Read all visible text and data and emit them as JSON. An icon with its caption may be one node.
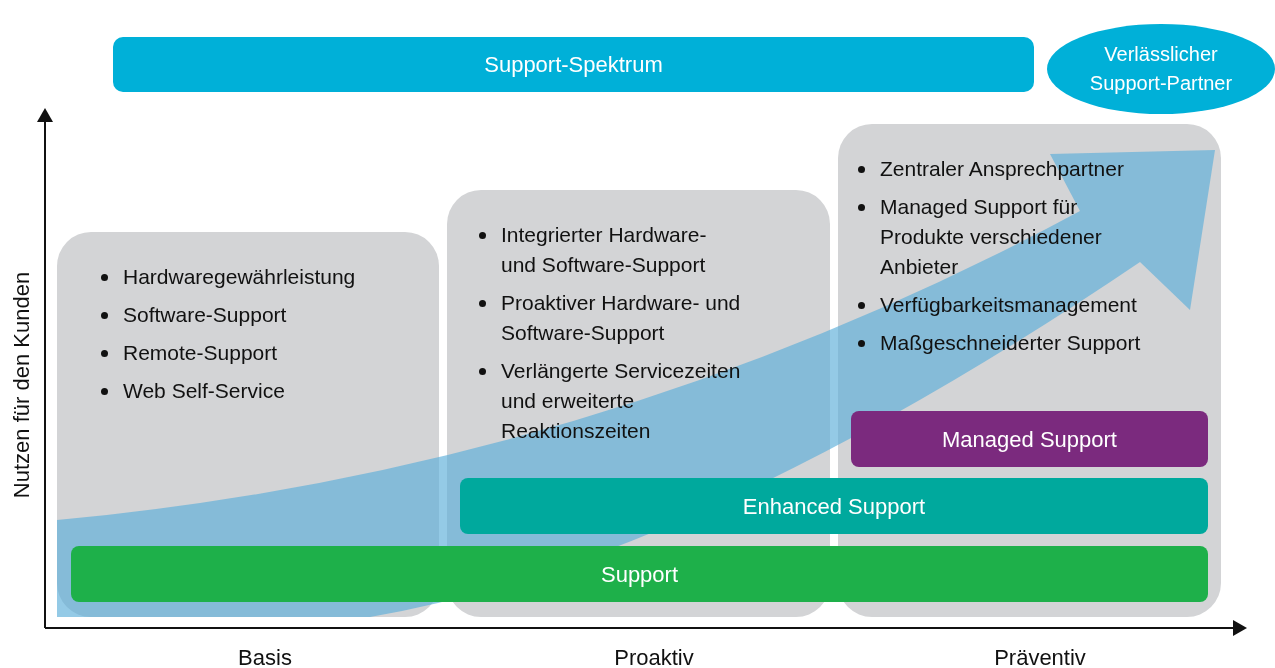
{
  "diagram": {
    "nodes": [
      {
        "text": [
          "Support-Spektrum"
        ]
      },
      {
        "text": [
          "Verlässlicher Support-Partner"
        ]
      },
      {
        "text": [
          "Hardwaregewährleistung",
          "Software-Support",
          "Remote-Support",
          "Web Self-Service"
        ]
      },
      {
        "text": [
          "Integrierter Hardware- und Software-Support",
          "Proaktiver Hardware- und Software-Support",
          "Verlängerte Servicezeiten und erweiterte Reaktionszeiten"
        ]
      },
      {
        "text": [
          "Zentraler Ansprechpartner",
          "Managed Support für Produkte verschiedener Anbieter",
          "Verfügbarkeitsmanagement",
          "Maßgeschneiderter Support"
        ]
      },
      {
        "text": [
          "Managed Support"
        ],
        "in": 4
      },
      {
        "text": [
          "Enhanced Support"
        ]
      },
      {
        "text": [
          "Support"
        ]
      }
    ],
    "edges": [
      {
        "from": 2,
        "to": 4,
        "arrow": "to",
        "style": "thick"
      }
    ],
    "labels": [
      "Nutzen für den Kunden",
      "Basis",
      "Proaktiv",
      "Präventiv"
    ]
  }
}
